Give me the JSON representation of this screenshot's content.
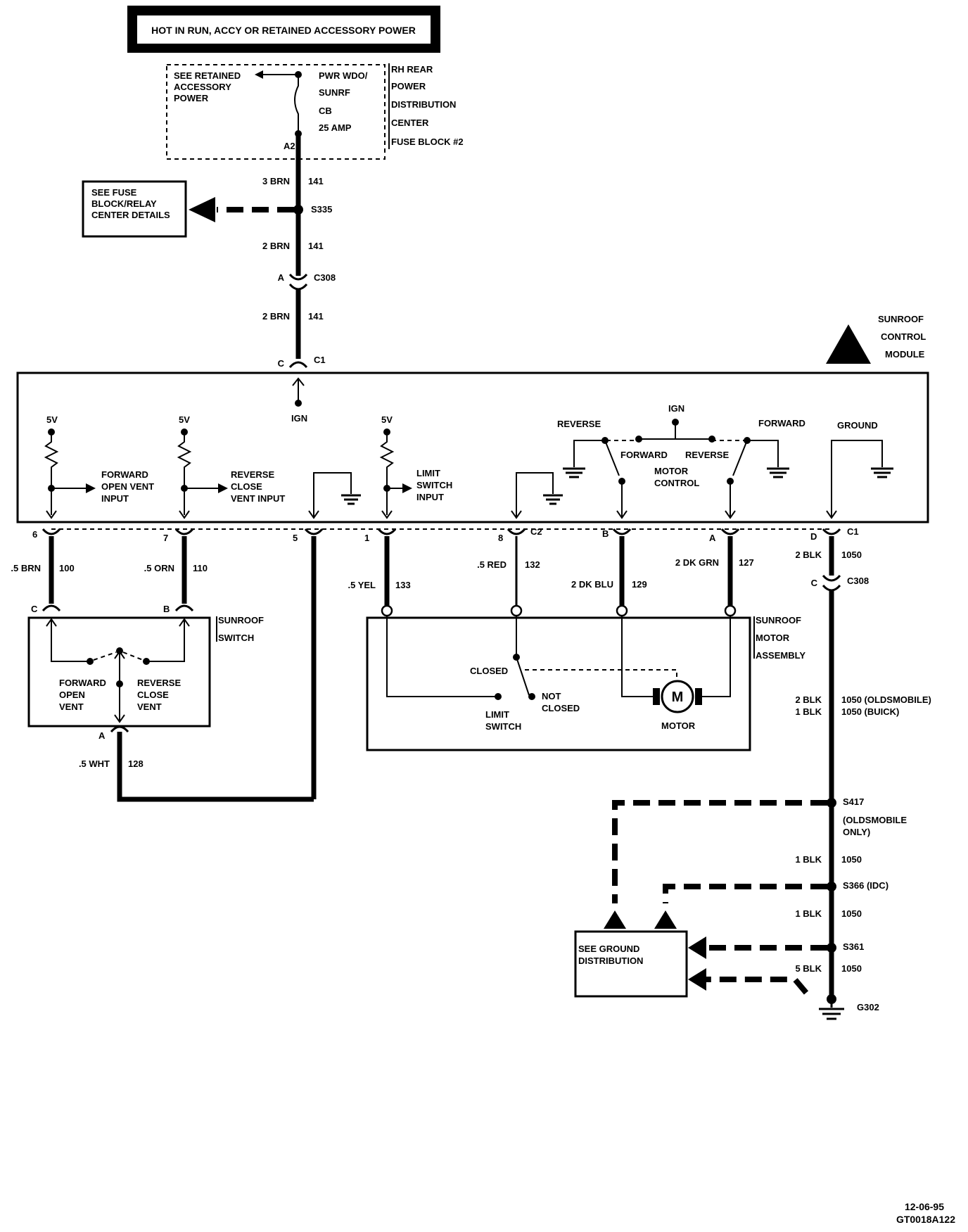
{
  "header": {
    "title": "HOT IN RUN, ACCY OR RETAINED ACCESSORY POWER"
  },
  "fuse_block": {
    "see_retained": [
      "SEE RETAINED",
      "ACCESSORY",
      "POWER"
    ],
    "fuse_label": [
      "PWR WDO/",
      "SUNRF",
      "CB",
      "25 AMP"
    ],
    "location": [
      "RH REAR",
      "POWER",
      "DISTRIBUTION",
      "CENTER",
      "FUSE BLOCK #2"
    ],
    "terminal": "A2"
  },
  "feed": {
    "w1": {
      "size_color": "3 BRN",
      "circuit": "141"
    },
    "splice": "S335",
    "see_fuse": [
      "SEE FUSE",
      "BLOCK/RELAY",
      "CENTER DETAILS"
    ],
    "w2": {
      "size_color": "2 BRN",
      "circuit": "141"
    },
    "conn_a": "A",
    "conn_c308": "C308",
    "w3": {
      "size_color": "2 BRN",
      "circuit": "141"
    },
    "conn_c": "C",
    "conn_c1": "C1"
  },
  "module": {
    "name": [
      "SUNROOF",
      "CONTROL",
      "MODULE"
    ],
    "ign": "IGN",
    "v5": "5V",
    "fwd_open_vent_input": [
      "FORWARD",
      "OPEN VENT",
      "INPUT"
    ],
    "rev_close_vent_input": [
      "REVERSE",
      "CLOSE",
      "VENT INPUT"
    ],
    "limit_switch_input": [
      "LIMIT",
      "SWITCH",
      "INPUT"
    ],
    "reverse": "REVERSE",
    "forward": "FORWARD",
    "ground": "GROUND",
    "motor_control": [
      "FORWARD",
      "REVERSE",
      "MOTOR",
      "CONTROL"
    ],
    "ign2": "IGN"
  },
  "pins": {
    "p6": "6",
    "p7": "7",
    "p5": "5",
    "p1": "1",
    "p8": "8",
    "c2": "C2",
    "pB": "B",
    "pA": "A",
    "pD": "D",
    "c1": "C1"
  },
  "wires": {
    "w100": {
      "size_color": ".5 BRN",
      "circuit": "100"
    },
    "w110": {
      "size_color": ".5 ORN",
      "circuit": "110"
    },
    "w133": {
      "size_color": ".5 YEL",
      "circuit": "133"
    },
    "w132": {
      "size_color": ".5 RED",
      "circuit": "132"
    },
    "w129": {
      "size_color": "2 DK BLU",
      "circuit": "129"
    },
    "w127": {
      "size_color": "2 DK GRN",
      "circuit": "127"
    },
    "w1050a": {
      "size_color": "2 BLK",
      "circuit": "1050"
    },
    "w128": {
      "size_color": ".5 WHT",
      "circuit": "128"
    }
  },
  "switch": {
    "name": [
      "SUNROOF",
      "SWITCH"
    ],
    "pin_c": "C",
    "pin_b": "B",
    "pin_a": "A",
    "fwd": [
      "FORWARD",
      "OPEN",
      "VENT"
    ],
    "rev": [
      "REVERSE",
      "CLOSE",
      "VENT"
    ]
  },
  "motor_assembly": {
    "name": [
      "SUNROOF",
      "MOTOR",
      "ASSEMBLY"
    ],
    "closed": "CLOSED",
    "not_closed": [
      "NOT",
      "CLOSED"
    ],
    "limit_switch": [
      "LIMIT",
      "SWITCH"
    ],
    "motor": "MOTOR",
    "m": "M"
  },
  "ground_path": {
    "conn_c": "C",
    "c308": "C308",
    "w_olds": {
      "size_color": "2 BLK",
      "circuit": "1050 (OLDSMOBILE)"
    },
    "w_buick": {
      "size_color": "1 BLK",
      "circuit": "1050 (BUICK)"
    },
    "s417": "S417",
    "s417_note": [
      "(OLDSMOBILE",
      "ONLY)"
    ],
    "w_s417": {
      "size_color": "1 BLK",
      "circuit": "1050"
    },
    "s366": "S366 (IDC)",
    "w_s366": {
      "size_color": "1 BLK",
      "circuit": "1050"
    },
    "s361": "S361",
    "w_s361": {
      "size_color": "5 BLK",
      "circuit": "1050"
    },
    "g302": "G302",
    "see_ground": [
      "SEE GROUND",
      "DISTRIBUTION"
    ]
  },
  "footer": {
    "date": "12-06-95",
    "code": "GT0018A122"
  }
}
